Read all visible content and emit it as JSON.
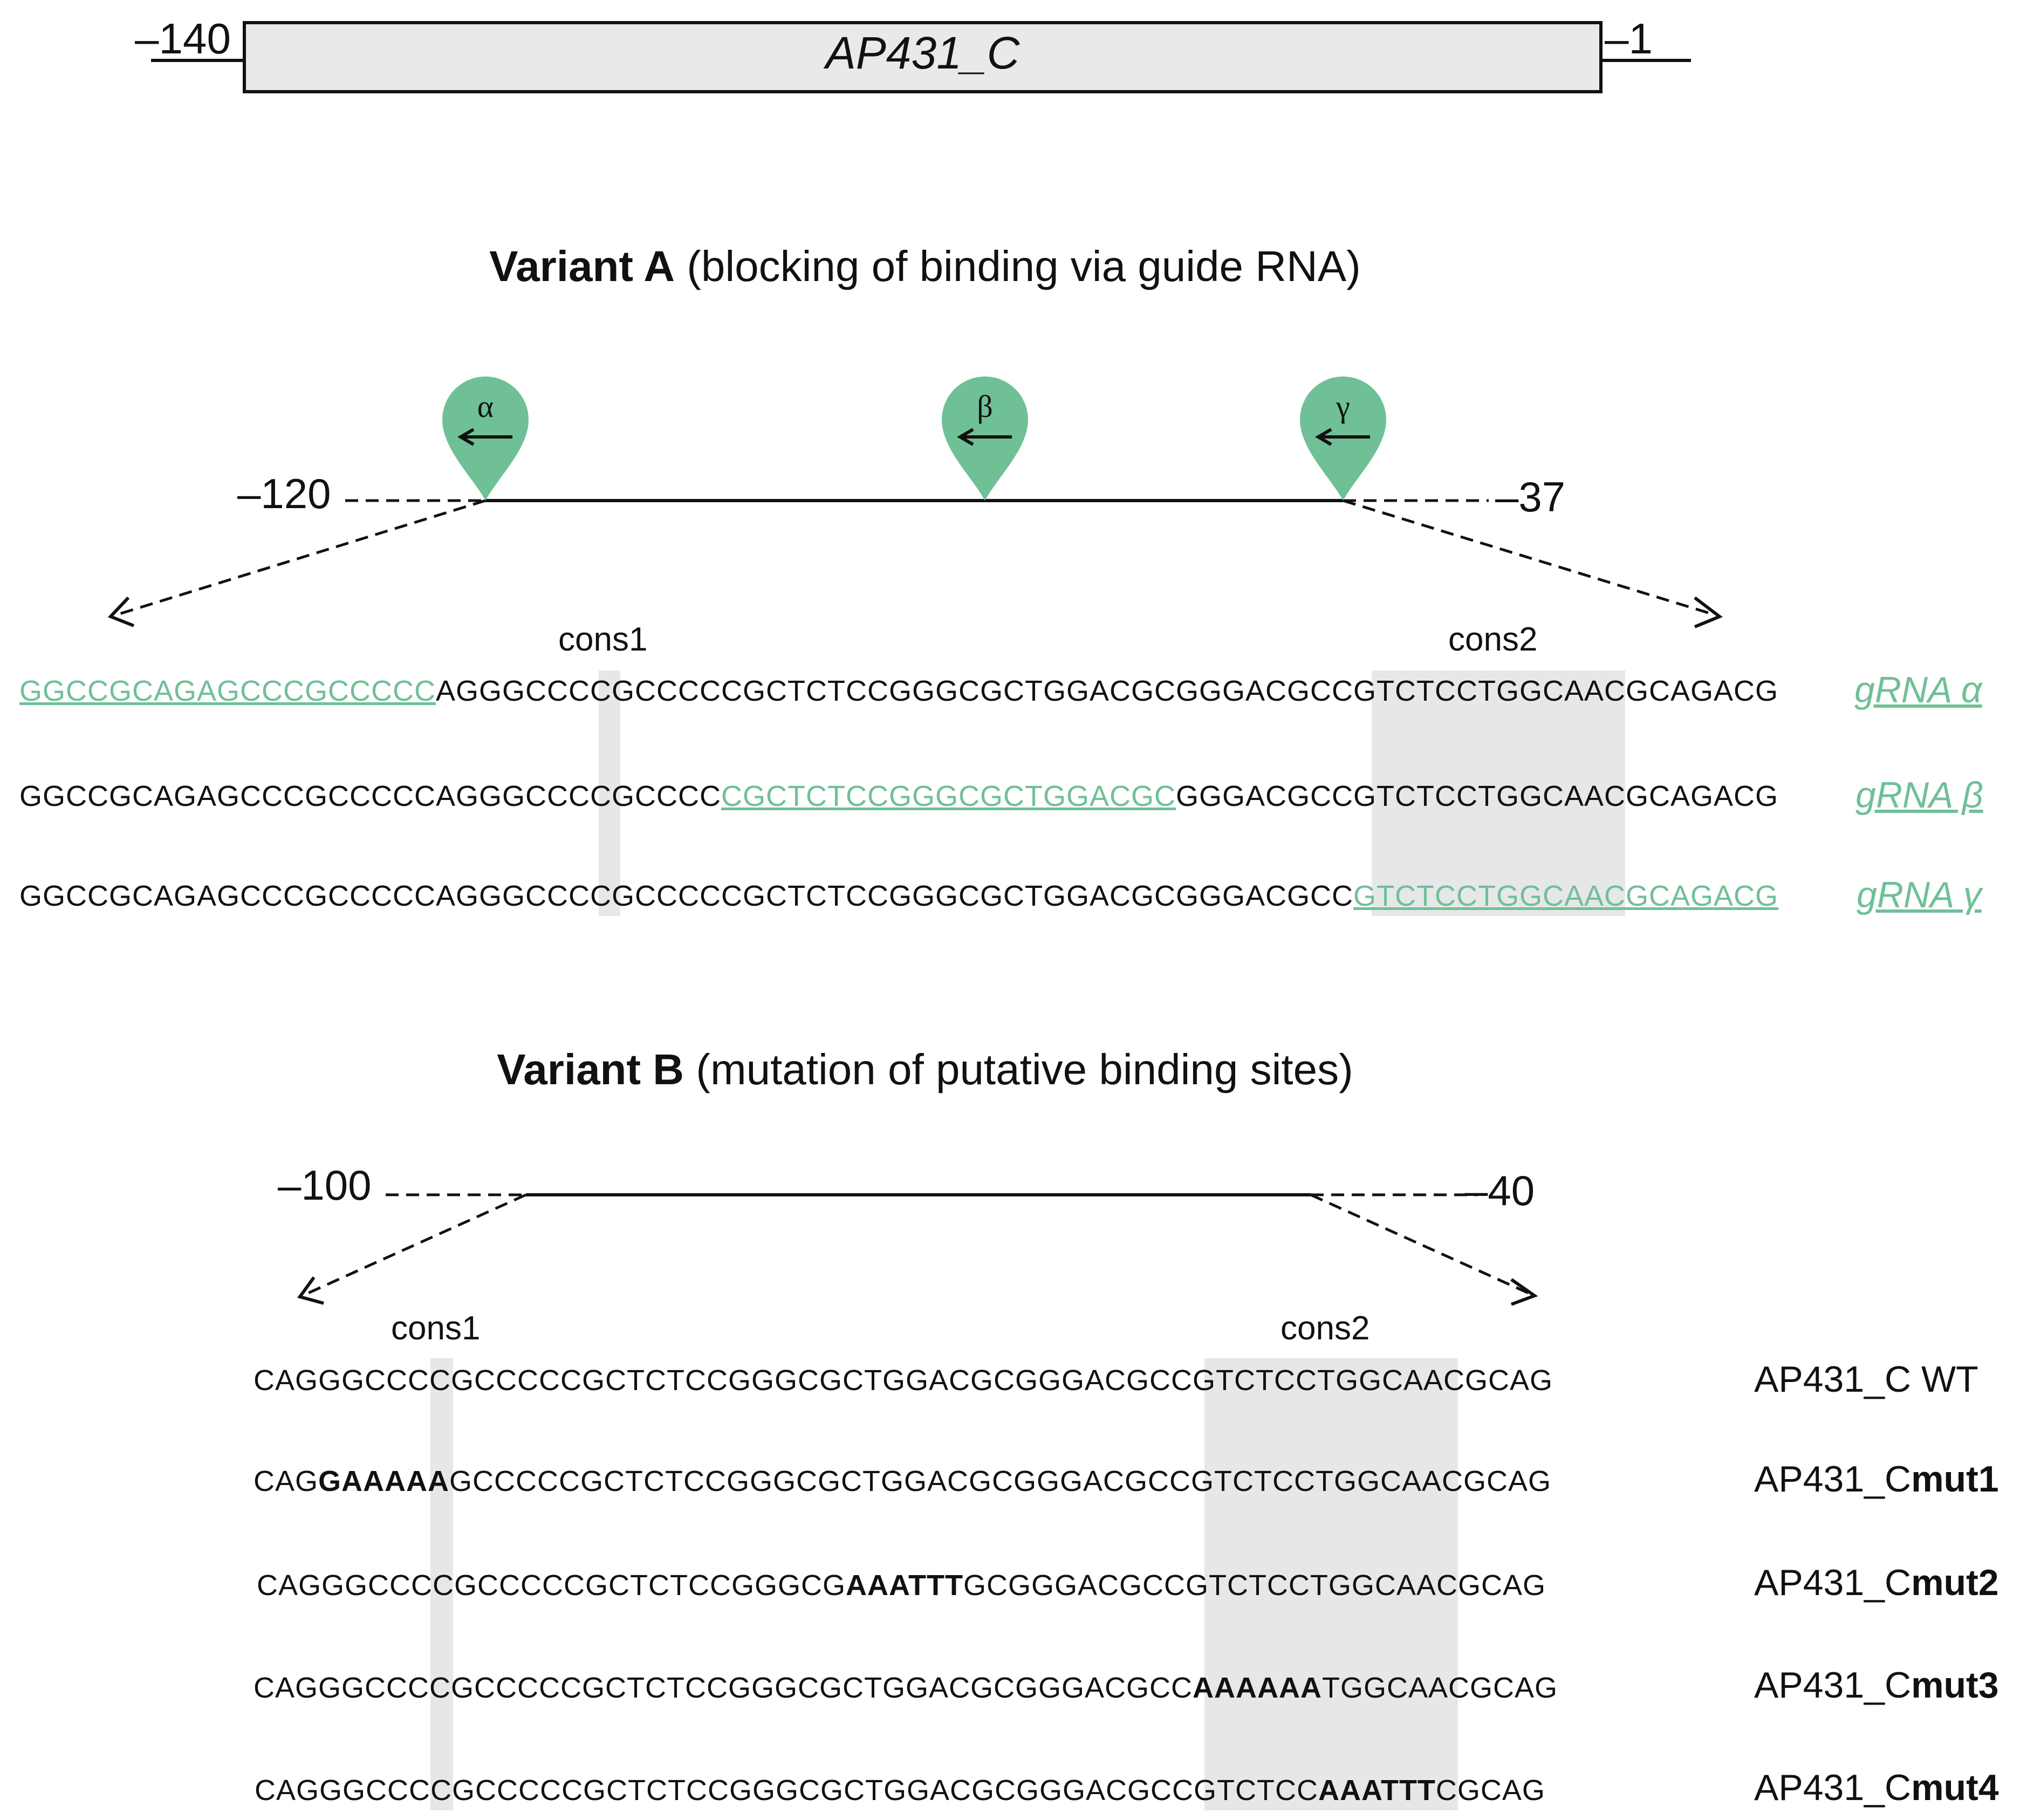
{
  "gene": {
    "name": "AP431_C",
    "left_pos": "–140",
    "right_pos": "–1"
  },
  "variant_a": {
    "title_bold": "Variant A",
    "title_rest": "(blocking of binding via guide RNA)",
    "left_pos": "–120",
    "right_pos": "–37",
    "markers": [
      {
        "symbol": "α"
      },
      {
        "symbol": "β"
      },
      {
        "symbol": "γ"
      }
    ],
    "cons1": "cons1",
    "cons2": "cons2",
    "rows": [
      {
        "segments": [
          {
            "text": "GGCCGCAGAGCCCGCCCCC",
            "style": "green"
          },
          {
            "text": "AGGGCCCCGCCCCCGCTCTCCGGGCGCTGGACGCGGGACGCCGTCTCCTGGCAACGCAGACG",
            "style": "plain"
          }
        ],
        "label": "gRNA α"
      },
      {
        "segments": [
          {
            "text": "GGCCGCAGAGCCCGCCCCCAGGGCCCCGCCCC",
            "style": "plain"
          },
          {
            "text": "CGCTCTCCGGGCGCTGGACGC",
            "style": "green"
          },
          {
            "text": "GGGACGCCGTCTCCTGGCAACGCAGACG",
            "style": "plain"
          }
        ],
        "label": "gRNA β"
      },
      {
        "segments": [
          {
            "text": "GGCCGCAGAGCCCGCCCCCAGGGCCCCGCCCCCGCTCTCCGGGCGCTGGACGCGGGACGCC",
            "style": "plain"
          },
          {
            "text": "GTCTCCTGGCAACGCAGACG",
            "style": "green"
          }
        ],
        "label": "gRNA γ"
      }
    ]
  },
  "variant_b": {
    "title_bold": "Variant B",
    "title_rest": "(mutation of putative binding sites)",
    "left_pos": "–100",
    "right_pos": "–40",
    "cons1": "cons1",
    "cons2": "cons2",
    "rows": [
      {
        "segments": [
          {
            "text": "CAGGGCCCCGCCCCCGCTCTCCGGGCGCTGGACGCGGGACGCCGTCTCCTGGCAACGCAG",
            "style": "plain"
          }
        ],
        "label_plain": "AP431_C WT",
        "label_bold": ""
      },
      {
        "segments": [
          {
            "text": "CAG",
            "style": "plain"
          },
          {
            "text": "GAAAAA",
            "style": "bold"
          },
          {
            "text": "GCCCCCGCTCTCCGGGCGCTGGACGCGGGACGCCGTCTCCTGGCAACGCAG",
            "style": "plain"
          }
        ],
        "label_plain": "AP431_C",
        "label_bold": "mut1"
      },
      {
        "segments": [
          {
            "text": "CAGGGCCCCGCCCCCGCTCTCCGGGCG",
            "style": "plain"
          },
          {
            "text": "AAATTT",
            "style": "bold"
          },
          {
            "text": "GCGGGACGCCGTCTCCTGGCAACGCAG",
            "style": "plain"
          }
        ],
        "label_plain": "AP431_C",
        "label_bold": "mut2"
      },
      {
        "segments": [
          {
            "text": "CAGGGCCCCGCCCCCGCTCTCCGGGCGCTGGACGCGGGACGCC",
            "style": "plain"
          },
          {
            "text": "AAAAAA",
            "style": "bold"
          },
          {
            "text": "TGGCAACGCAG",
            "style": "plain"
          }
        ],
        "label_plain": "AP431_C",
        "label_bold": "mut3"
      },
      {
        "segments": [
          {
            "text": "CAGGGCCCCGCCCCCGCTCTCCGGGCGCTGGACGCGGGACGCCGTCTCC",
            "style": "plain"
          },
          {
            "text": "AAATTT",
            "style": "bold"
          },
          {
            "text": "CGCAG",
            "style": "plain"
          }
        ],
        "label_plain": "AP431_C",
        "label_bold": "mut4"
      }
    ]
  },
  "colors": {
    "guide_green": "#6fc096",
    "highlight_gray": "#e6e7e9",
    "gene_box_fill": "#e8e9eb"
  }
}
